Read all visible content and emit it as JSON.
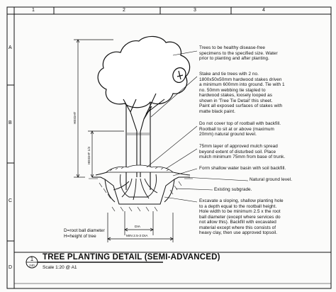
{
  "grid": {
    "columns": [
      "1",
      "2",
      "3",
      "4"
    ],
    "rows": [
      "A",
      "B",
      "C",
      "D"
    ]
  },
  "notes": [
    "Trees to be healthy disease-free\nspecimens to the specified size. Water\nprior to planting and after planting.",
    "Stake and tie trees with 2 no.\n1800x50x50mm hardwood stakes driven\na minimum 600mm into ground. Tie with 1\nno. 50mm webbing tie stapled to\nhardwood stakes, loosely looped as\nshown in 'Tree Tie Detail' this sheet.\nPaint all exposed surfaces of stakes with\nmatte black paint.",
    "Do not cover top of rootball with backfill.\nRootball to sit at or above (maximum\n20mm) natural ground level.",
    "75mm layer of approved mulch spread\nbeyond extent of disturbed soil. Place\nmulch minimum 75mm from base of trunk.",
    "Form shallow water basin with soil backfill.",
    "Natural ground level.",
    "Existing subgrade.",
    "Excavate a sloping, shallow planting hole\nto a depth equal to the rootball height.\nHole width to be minimum 2.5 x the root\nball diameter (except where services do\nnot allow this). Backfill with excavated\nmaterial except where this consists of\nheavy clay, then use approved topsoil."
  ],
  "dimensions": {
    "height": "HEIGHT",
    "height_half": "HEIGHT 1/3",
    "dia": "DIA",
    "min_dia": "MIN 2.5-3 DIA"
  },
  "legend": {
    "line1": "D=root ball diameter",
    "line2": "H=height of tree"
  },
  "title_block": {
    "detail_number": "1",
    "sheet_number": "240",
    "title": "TREE PLANTING DETAIL (SEMI-ADVANCED)",
    "scale": "Scale 1:20 @ A1"
  },
  "colors": {
    "ink": "#111111",
    "paper": "#fbfbfa",
    "soil_hatch": "#444444"
  }
}
